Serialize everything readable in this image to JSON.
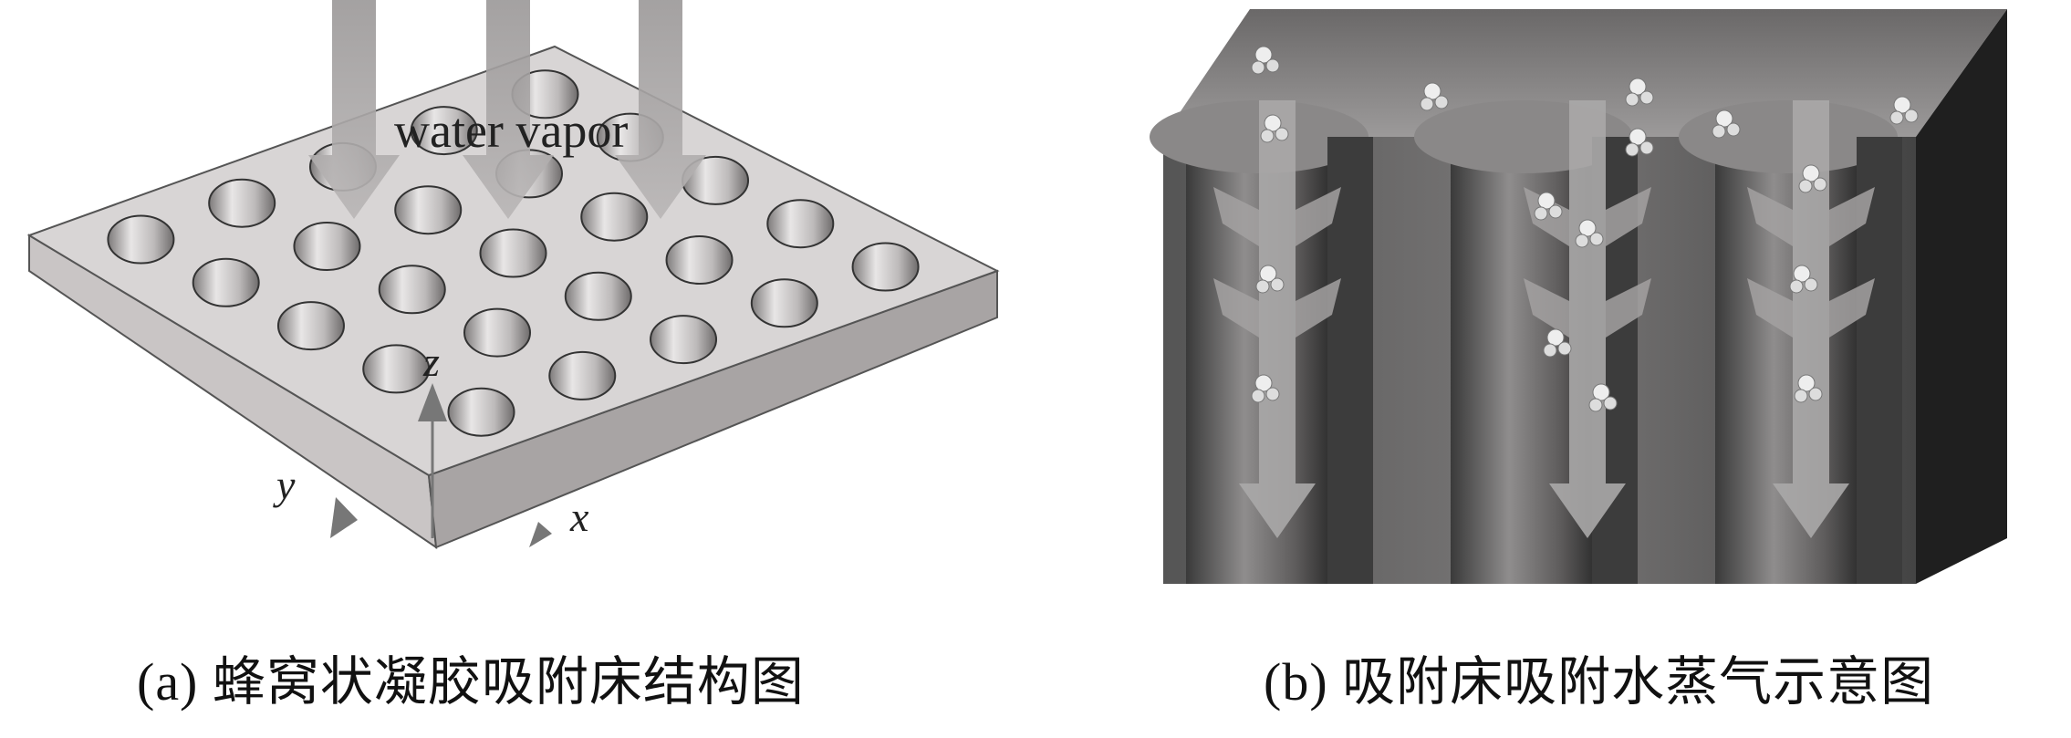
{
  "panel_a": {
    "label": "water vapor",
    "axes": {
      "x": "x",
      "y": "y",
      "z": "z"
    },
    "caption": "(a) 蜂窝状凝胶吸附床结构图",
    "hole_grid": [
      5,
      5
    ]
  },
  "panel_b": {
    "caption": "(b) 吸附床吸附水蒸气示意图"
  },
  "colors": {
    "plate_top": "#d6d3d3",
    "plate_side": "#b5b1b1",
    "arrow": "#a9a6a6",
    "block_dark": "#2e2e2e"
  }
}
